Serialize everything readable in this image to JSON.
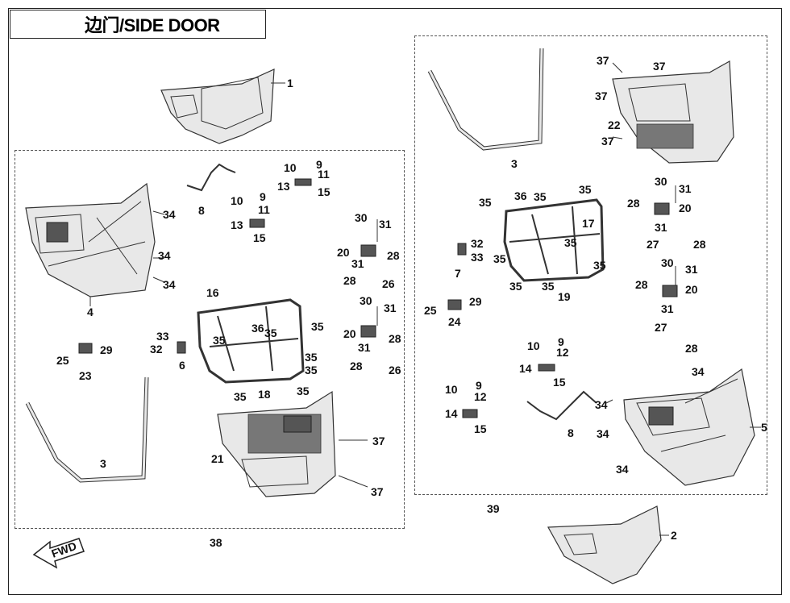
{
  "title": "边门/SIDE DOOR",
  "assemblies": {
    "left": "38",
    "right": "39"
  },
  "fwd_label": "FWD",
  "callouts": [
    {
      "id": "c1",
      "text": "1"
    },
    {
      "id": "c2",
      "text": "2"
    },
    {
      "id": "c3a",
      "text": "3"
    },
    {
      "id": "c3b",
      "text": "3"
    },
    {
      "id": "c4",
      "text": "4"
    },
    {
      "id": "c5",
      "text": "5"
    },
    {
      "id": "c6",
      "text": "6"
    },
    {
      "id": "c7",
      "text": "7"
    },
    {
      "id": "c8a",
      "text": "8"
    },
    {
      "id": "c8b",
      "text": "8"
    },
    {
      "id": "c9a",
      "text": "9"
    },
    {
      "id": "c9b",
      "text": "9"
    },
    {
      "id": "c9c",
      "text": "9"
    },
    {
      "id": "c9d",
      "text": "9"
    },
    {
      "id": "c10a",
      "text": "10"
    },
    {
      "id": "c10b",
      "text": "10"
    },
    {
      "id": "c10c",
      "text": "10"
    },
    {
      "id": "c10d",
      "text": "10"
    },
    {
      "id": "c11a",
      "text": "11"
    },
    {
      "id": "c11b",
      "text": "11"
    },
    {
      "id": "c12a",
      "text": "12"
    },
    {
      "id": "c12b",
      "text": "12"
    },
    {
      "id": "c13a",
      "text": "13"
    },
    {
      "id": "c13b",
      "text": "13"
    },
    {
      "id": "c14a",
      "text": "14"
    },
    {
      "id": "c14b",
      "text": "14"
    },
    {
      "id": "c15a",
      "text": "15"
    },
    {
      "id": "c15b",
      "text": "15"
    },
    {
      "id": "c15c",
      "text": "15"
    },
    {
      "id": "c15d",
      "text": "15"
    },
    {
      "id": "c16",
      "text": "16"
    },
    {
      "id": "c17",
      "text": "17"
    },
    {
      "id": "c18",
      "text": "18"
    },
    {
      "id": "c19",
      "text": "19"
    },
    {
      "id": "c20a",
      "text": "20"
    },
    {
      "id": "c20b",
      "text": "20"
    },
    {
      "id": "c20c",
      "text": "20"
    },
    {
      "id": "c20d",
      "text": "20"
    },
    {
      "id": "c21",
      "text": "21"
    },
    {
      "id": "c22",
      "text": "22"
    },
    {
      "id": "c23",
      "text": "23"
    },
    {
      "id": "c24",
      "text": "24"
    },
    {
      "id": "c25a",
      "text": "25"
    },
    {
      "id": "c25b",
      "text": "25"
    },
    {
      "id": "c26a",
      "text": "26"
    },
    {
      "id": "c26b",
      "text": "26"
    },
    {
      "id": "c27a",
      "text": "27"
    },
    {
      "id": "c27b",
      "text": "27"
    },
    {
      "id": "c28a",
      "text": "28"
    },
    {
      "id": "c28b",
      "text": "28"
    },
    {
      "id": "c28c",
      "text": "28"
    },
    {
      "id": "c28d",
      "text": "28"
    },
    {
      "id": "c28e",
      "text": "28"
    },
    {
      "id": "c28f",
      "text": "28"
    },
    {
      "id": "c28g",
      "text": "28"
    },
    {
      "id": "c28h",
      "text": "28"
    },
    {
      "id": "c29a",
      "text": "29"
    },
    {
      "id": "c29b",
      "text": "29"
    },
    {
      "id": "c30a",
      "text": "30"
    },
    {
      "id": "c30b",
      "text": "30"
    },
    {
      "id": "c30c",
      "text": "30"
    },
    {
      "id": "c30d",
      "text": "30"
    },
    {
      "id": "c31a",
      "text": "31"
    },
    {
      "id": "c31b",
      "text": "31"
    },
    {
      "id": "c31c",
      "text": "31"
    },
    {
      "id": "c31d",
      "text": "31"
    },
    {
      "id": "c31e",
      "text": "31"
    },
    {
      "id": "c31f",
      "text": "31"
    },
    {
      "id": "c31g",
      "text": "31"
    },
    {
      "id": "c31h",
      "text": "31"
    },
    {
      "id": "c32a",
      "text": "32"
    },
    {
      "id": "c32b",
      "text": "32"
    },
    {
      "id": "c33a",
      "text": "33"
    },
    {
      "id": "c33b",
      "text": "33"
    },
    {
      "id": "c34a",
      "text": "34"
    },
    {
      "id": "c34b",
      "text": "34"
    },
    {
      "id": "c34c",
      "text": "34"
    },
    {
      "id": "c34d",
      "text": "34"
    },
    {
      "id": "c34e",
      "text": "34"
    },
    {
      "id": "c34f",
      "text": "34"
    },
    {
      "id": "c34g",
      "text": "34"
    },
    {
      "id": "c35a",
      "text": "35"
    },
    {
      "id": "c35b",
      "text": "35"
    },
    {
      "id": "c35c",
      "text": "35"
    },
    {
      "id": "c35d",
      "text": "35"
    },
    {
      "id": "c35e",
      "text": "35"
    },
    {
      "id": "c35f",
      "text": "35"
    },
    {
      "id": "c35g",
      "text": "35"
    },
    {
      "id": "c35h",
      "text": "35"
    },
    {
      "id": "c35i",
      "text": "35"
    },
    {
      "id": "c35j",
      "text": "35"
    },
    {
      "id": "c35k",
      "text": "35"
    },
    {
      "id": "c35l",
      "text": "35"
    },
    {
      "id": "c35m",
      "text": "35"
    },
    {
      "id": "c35n",
      "text": "35"
    },
    {
      "id": "c35o",
      "text": "35"
    },
    {
      "id": "c36a",
      "text": "36"
    },
    {
      "id": "c36b",
      "text": "36"
    },
    {
      "id": "c37a",
      "text": "37"
    },
    {
      "id": "c37b",
      "text": "37"
    },
    {
      "id": "c37c",
      "text": "37"
    },
    {
      "id": "c37d",
      "text": "37"
    },
    {
      "id": "c37e",
      "text": "37"
    },
    {
      "id": "c37f",
      "text": "37"
    }
  ]
}
